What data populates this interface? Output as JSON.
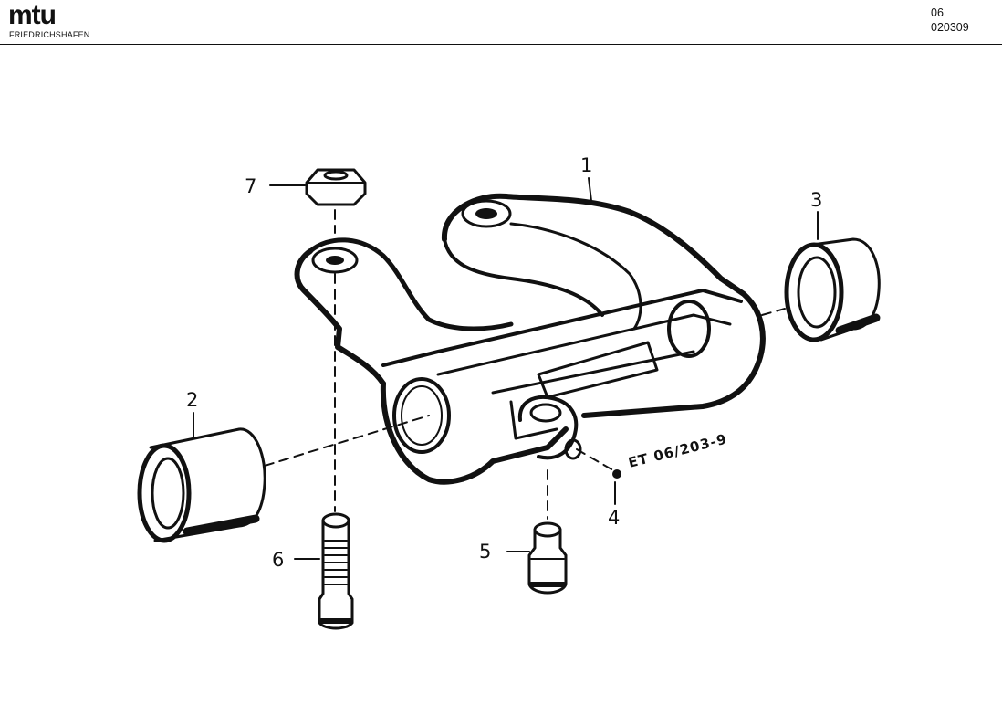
{
  "header": {
    "logo_text": "mtu",
    "logo_subtitle": "FRIEDRICHSHAFEN",
    "group_number": "06",
    "document_number": "020309"
  },
  "diagram": {
    "drawing_reference": "ET 06/203-9",
    "callouts": [
      {
        "id": "1",
        "label": "1"
      },
      {
        "id": "2",
        "label": "2"
      },
      {
        "id": "3",
        "label": "3"
      },
      {
        "id": "4",
        "label": "4"
      },
      {
        "id": "5",
        "label": "5"
      },
      {
        "id": "6",
        "label": "6"
      },
      {
        "id": "7",
        "label": "7"
      }
    ]
  }
}
